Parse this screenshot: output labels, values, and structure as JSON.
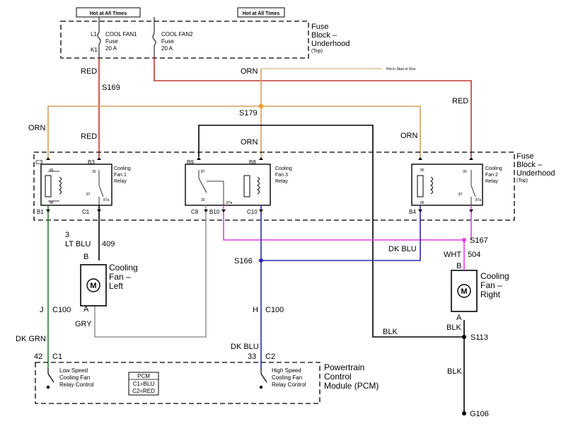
{
  "header_tags": {
    "left": "Hot at All Times",
    "right": "Hot at All Times"
  },
  "fuse_block_top": {
    "title_line1": "Fuse",
    "title_line2": "Block –",
    "title_line3": "Underhood",
    "title_line4": "(Top)",
    "fuse1": {
      "pin_top": "L1",
      "pin_bottom": "K1",
      "name": "COOL FAN1",
      "line2": "Fuse",
      "rating": "20 A"
    },
    "fuse2": {
      "name": "COOL FAN2",
      "line2": "Fuse",
      "rating": "20 A"
    }
  },
  "fuse_block_relays": {
    "title_line1": "Fuse",
    "title_line2": "Block –",
    "title_line3": "Underhood",
    "title_line4": "(Top)"
  },
  "hot_in_start": "Hot in Start or Run",
  "relays": {
    "fan1": {
      "line1": "Cooling",
      "line2": "Fan 1",
      "line3": "Relay",
      "pin_c3": "C3",
      "pin_b3": "B3",
      "pin_b1": "B1",
      "pin_c1": "C1"
    },
    "fan3": {
      "line1": "Cooling",
      "line2": "Fan 3",
      "line3": "Relay",
      "pin_b9": "B9",
      "pin_b8": "B8",
      "pin_c8": "C8",
      "pin_b10": "B10",
      "pin_c10": "C10"
    },
    "fan2": {
      "line1": "Cooling",
      "line2": "Fan 2",
      "line3": "Relay",
      "pin_b4": "B4"
    }
  },
  "relay_terminals": {
    "t85": "85",
    "t86": "86",
    "t30": "30",
    "t87": "87",
    "t87a": "87a"
  },
  "wire_labels": {
    "red1": "RED",
    "red2": "RED",
    "red3": "RED",
    "orn1": "ORN",
    "orn2": "ORN",
    "orn3": "ORN",
    "orn4": "ORN",
    "lt_blu_gauge": "3",
    "lt_blu": "LT BLU",
    "lt_blu_circuit": "409",
    "dk_blu_right": "DK BLU",
    "wht": "WHT",
    "wht_circuit": "504",
    "gry": "GRY",
    "dk_grn": "DK GRN",
    "dk_blu_bottom": "DK BLU",
    "blk1": "BLK",
    "blk2": "BLK",
    "blk3": "BLK"
  },
  "splices": {
    "s169": "S169",
    "s179": "S179",
    "s167": "S167",
    "s166": "S166",
    "s113": "S113"
  },
  "ground": "G106",
  "connectors": {
    "c100_left_pin": "J",
    "c100_left": "C100",
    "c100_mid_pin": "H",
    "c100_mid": "C100",
    "pcm_c1_pin": "42",
    "pcm_c1": "C1",
    "pcm_c2_pin": "33",
    "pcm_c2": "C2"
  },
  "motors": {
    "left": {
      "pin_top": "B",
      "pin_bottom": "A",
      "line1": "Cooling",
      "line2": "Fan –",
      "line3": "Left",
      "symbol": "M"
    },
    "right": {
      "pin_top": "B",
      "pin_bottom": "A",
      "line1": "Cooling",
      "line2": "Fan –",
      "line3": "Right",
      "symbol": "M"
    }
  },
  "pcm": {
    "title_line1": "Powertrain",
    "title_line2": "Control",
    "title_line3": "Module (PCM)",
    "low_line1": "Low Speed",
    "low_line2": "Cooling Fan",
    "low_line3": "Relay Control",
    "high_line1": "High Speed",
    "high_line2": "Cooling Fan",
    "high_line3": "Relay Control",
    "legend_title": "PCM",
    "legend_line1": "C1=BLU",
    "legend_line2": "C2=RED"
  },
  "colors": {
    "red": "#c0392b",
    "orange": "#d4a060",
    "green": "#2e7d32",
    "magenta": "#e040e0",
    "blue": "#2a2ab0",
    "gray": "#999999",
    "black": "#000000"
  }
}
